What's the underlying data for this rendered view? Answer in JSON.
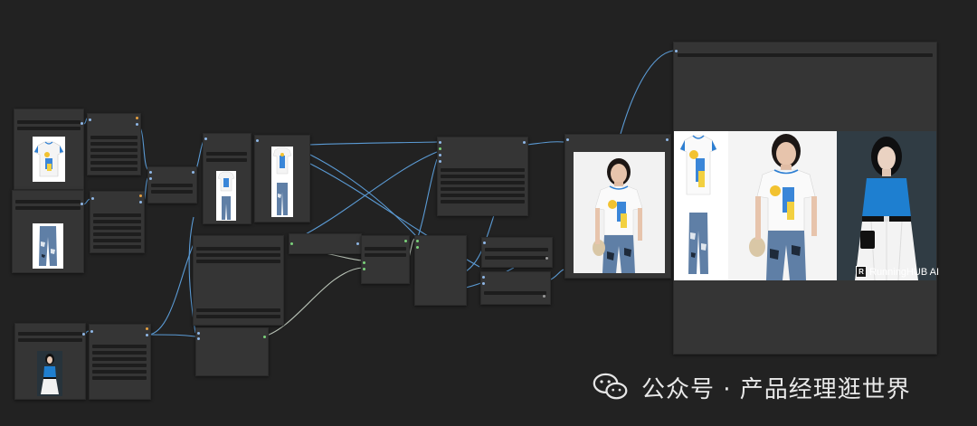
{
  "app": {
    "watermark_text": "公众号 · 产品经理逛世界",
    "brand_badge": "RunningHUB AI",
    "brand_logo_letter": "R",
    "accent_wire_color": "#5b9bd5",
    "secondary_wire_color": "#a8b4a8"
  },
  "icons": {
    "wechat": "wechat-icon",
    "runninghub": "runninghub-logo-icon"
  }
}
